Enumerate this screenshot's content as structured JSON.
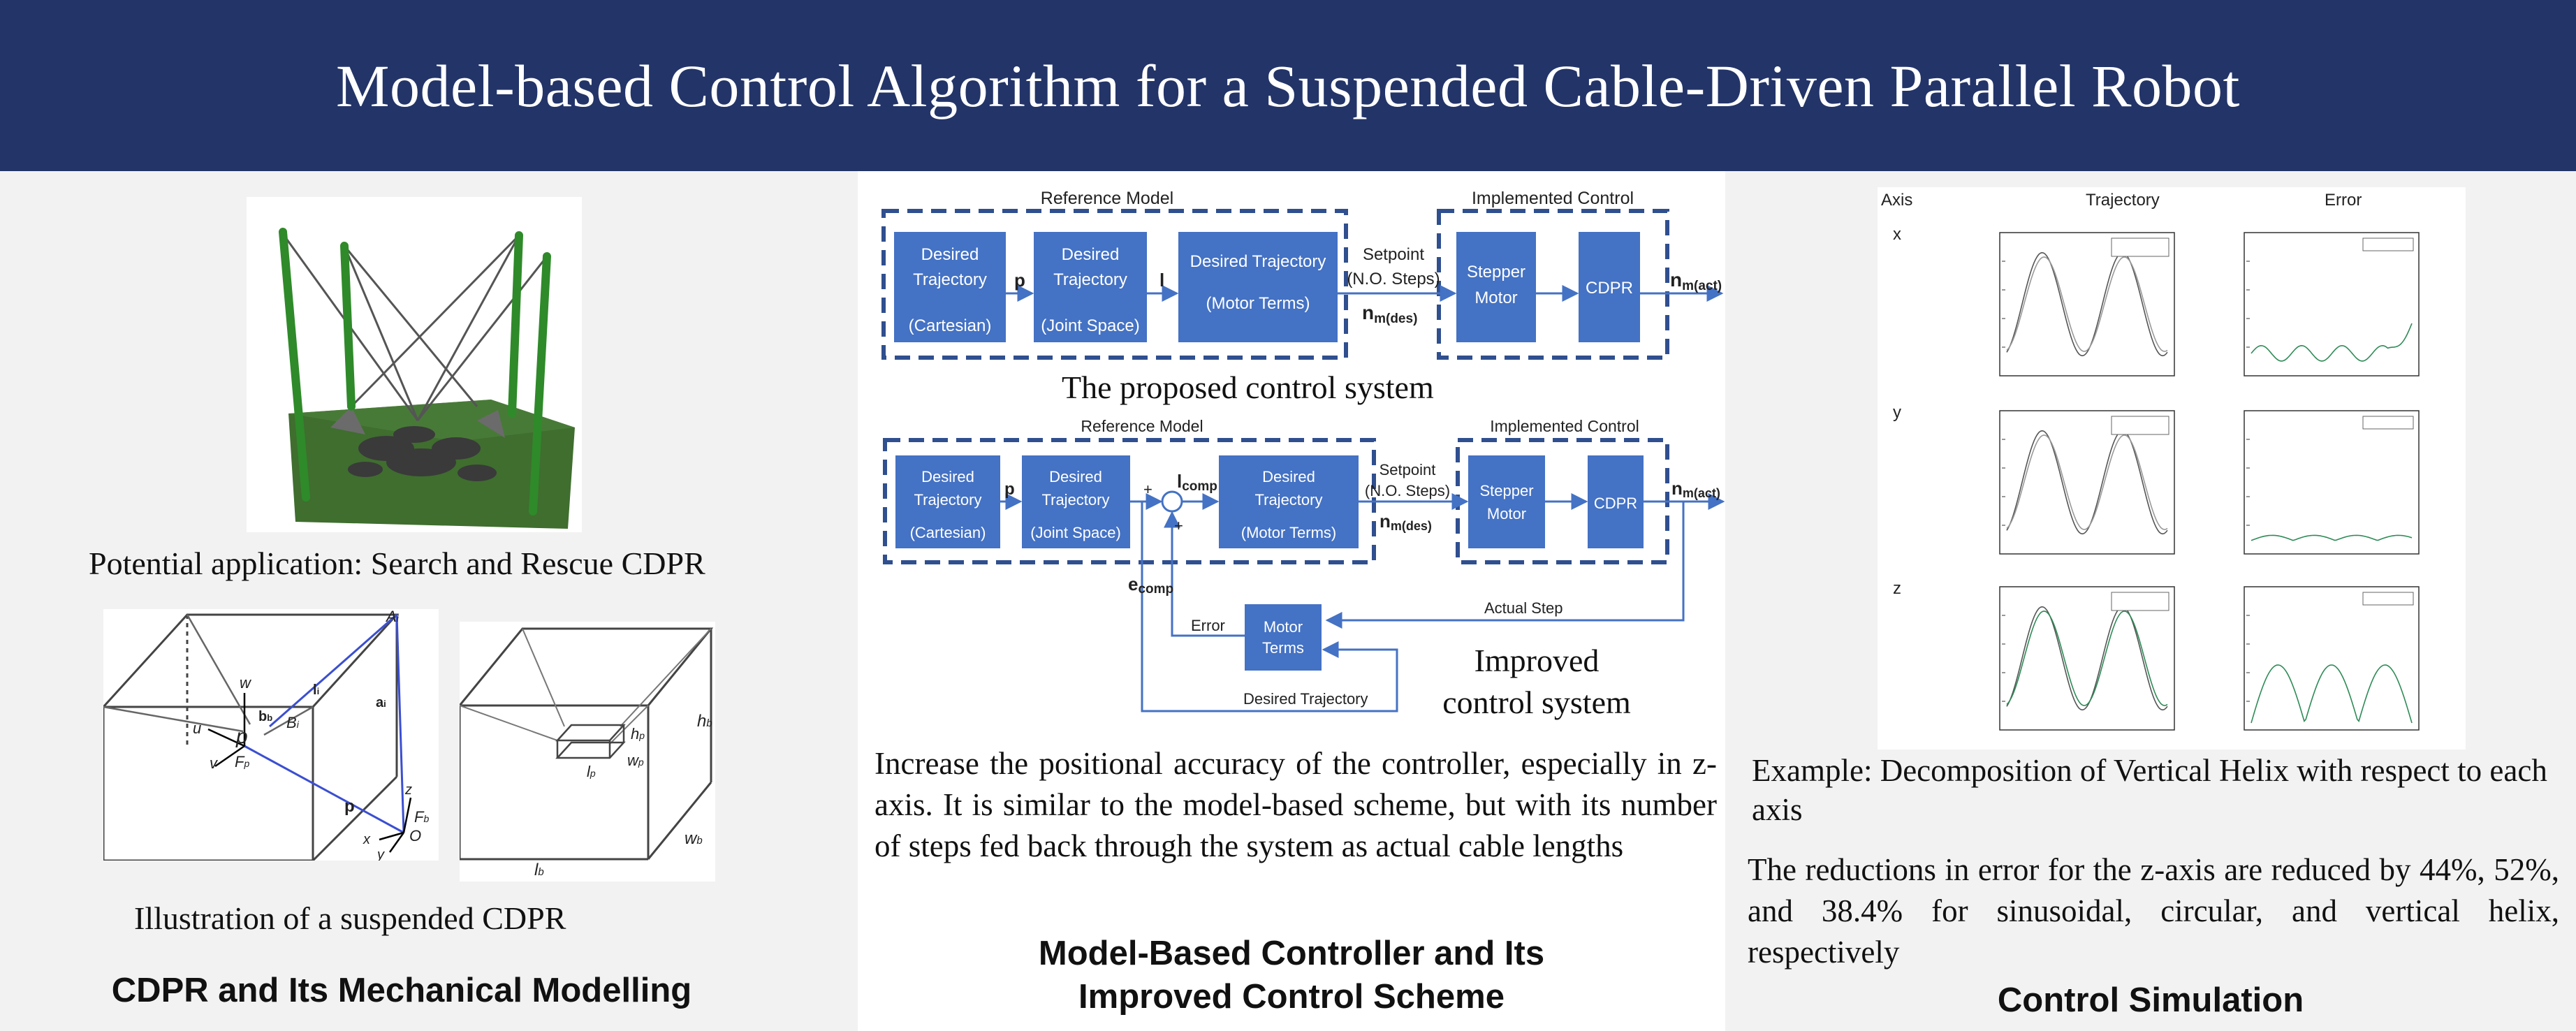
{
  "title": "Model-based Control Algorithm for a Suspended Cable-Driven Parallel Robot",
  "left": {
    "robot_caption": "Potential application: Search and Rescue CDPR",
    "illustration_caption": "Illustration of a suspended CDPR",
    "section_title": "CDPR and Its Mechanical Modelling",
    "diagram1_labels": {
      "a": "A",
      "a_sub": "i",
      "w": "w",
      "u": "u",
      "v": "v",
      "p": "p",
      "fp": "F",
      "fp_sub": "p",
      "b": "b",
      "b_sub": "b",
      "bi": "B",
      "bi_sub": "i",
      "li": "l",
      "li_sub": "i",
      "ai": "a",
      "ai_sub": "i",
      "bp": "p",
      "z": "z",
      "x": "x",
      "y": "y",
      "o": "O",
      "fb": "F",
      "fb_sub": "b"
    },
    "diagram2_labels": {
      "hb": "h",
      "hb_sub": "b",
      "hp": "h",
      "hp_sub": "p",
      "wp": "w",
      "wp_sub": "p",
      "lp": "l",
      "lp_sub": "p",
      "wb": "w",
      "wb_sub": "b",
      "lb": "l",
      "lb_sub": "b"
    }
  },
  "middle": {
    "diagram1": {
      "ref_model": "Reference Model",
      "impl_control": "Implemented Control",
      "b1": [
        "Desired",
        "Trajectory",
        "(Cartesian)"
      ],
      "b2": [
        "Desired",
        "Trajectory",
        "(Joint Space)"
      ],
      "b3": [
        "Desired Trajectory",
        "(Motor Terms)"
      ],
      "b4": [
        "Stepper",
        "Motor"
      ],
      "b5": "CDPR",
      "p": "p",
      "l": "l",
      "setpoint": [
        "Setpoint",
        "(N.O. Steps)"
      ],
      "nm_des": "n",
      "nm_des_sub": "m(des)",
      "nm_act": "n",
      "nm_act_sub": "m(act)"
    },
    "caption1": "The proposed control system",
    "diagram2": {
      "ref_model": "Reference Model",
      "impl_control": "Implemented Control",
      "b1": [
        "Desired",
        "Trajectory",
        "(Cartesian)"
      ],
      "b2": [
        "Desired",
        "Trajectory",
        "(Joint Space)"
      ],
      "b3": [
        "Desired",
        "Trajectory",
        "(Motor Terms)"
      ],
      "b4": [
        "Stepper",
        "Motor"
      ],
      "b5": "CDPR",
      "b6": [
        "Motor",
        "Terms"
      ],
      "p": "p",
      "lcomp": "l",
      "lcomp_sub": "comp",
      "ecomp": "e",
      "ecomp_sub": "comp",
      "plus1": "+",
      "plus2": "+",
      "setpoint": [
        "Setpoint",
        "(N.O. Steps)"
      ],
      "nm_des": "n",
      "nm_des_sub": "m(des)",
      "nm_act": "n",
      "nm_act_sub": "m(act)",
      "error": "Error",
      "actual_step": "Actual Step",
      "desired_traj": "Desired Trajectory"
    },
    "caption2": [
      "Improved",
      "control system"
    ],
    "paragraph": "Increase the positional accuracy of the controller, especially in z-axis. It is similar to the model-based scheme, but with its number of steps fed back through the system as actual cable lengths",
    "section_title": [
      "Model-Based Controller and Its",
      "Improved Control Scheme"
    ]
  },
  "right": {
    "grid": {
      "col_axis": "Axis",
      "col_traj": "Trajectory",
      "col_error": "Error",
      "rows": [
        "x",
        "y",
        "z"
      ]
    },
    "example_caption": "Example: Decomposition of Vertical Helix with respect to each axis",
    "paragraph": "The reductions in error for the z-axis are reduced by 44%, 52%, and 38.4% for sinusoidal, circular, and vertical helix, respectively",
    "section_title": "Control Simulation"
  },
  "colors": {
    "header": "#233468",
    "block": "#4472c4",
    "dash": "#2f4f8f",
    "green": "#3b6e2e"
  }
}
